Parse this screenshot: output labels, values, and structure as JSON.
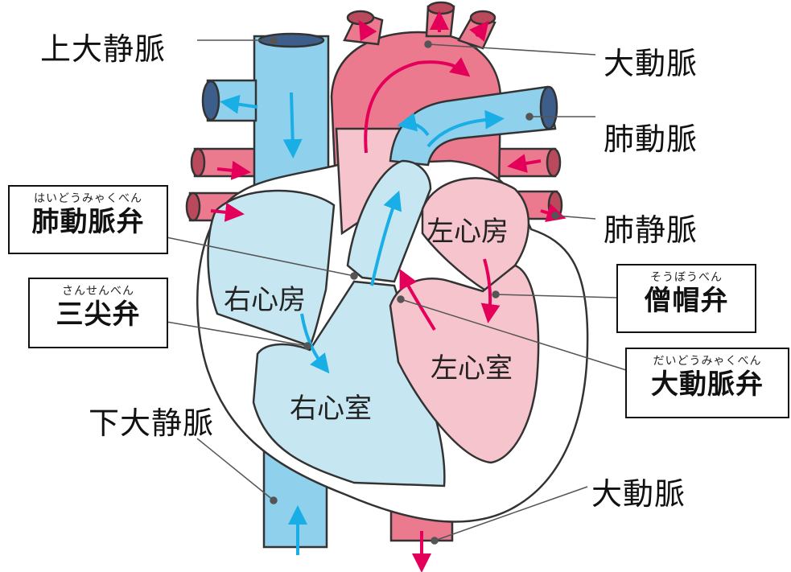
{
  "labels": {
    "superior_vena_cava": "上大静脈",
    "aorta_top": "大動脈",
    "pulmonary_artery": "肺動脈",
    "pulmonary_vein": "肺静脈",
    "inferior_vena_cava": "下大静脈",
    "aorta_bottom": "大動脈"
  },
  "chambers": {
    "right_atrium": "右心房",
    "right_ventricle": "右心室",
    "left_atrium": "左心房",
    "left_ventricle": "左心室"
  },
  "valves": {
    "pulmonary": {
      "ruby": "はいどうみゃくべん",
      "name": "肺動脈弁"
    },
    "tricuspid": {
      "ruby": "さんせんべん",
      "name": "三尖弁"
    },
    "mitral": {
      "ruby": "そうぼうべん",
      "name": "僧帽弁"
    },
    "aortic": {
      "ruby": "だいどうみゃくべん",
      "name": "大動脈弁"
    }
  },
  "colors": {
    "vein_blue": "#8fd0ec",
    "chamber_blue": "#c6e7f2",
    "artery_red": "#ec7a8e",
    "chamber_pink": "#f6c4cd",
    "arrow_blue": "#1aaee6",
    "arrow_red": "#e4005a",
    "outline": "#333333"
  }
}
